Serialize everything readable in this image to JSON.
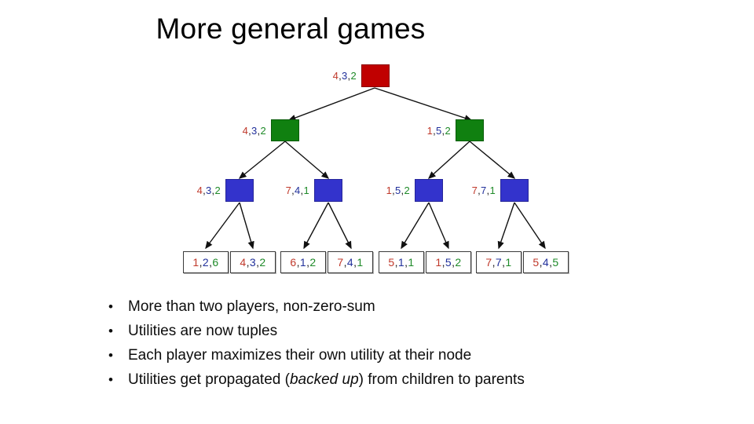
{
  "slide": {
    "title": "More general games",
    "background": "#ffffff"
  },
  "colors": {
    "root_node": "#C00000",
    "max_node": "#108010",
    "mid_node": "#3333CC",
    "leaf_box": "#ffffff",
    "digit_player1": "#C0392B",
    "digit_player2": "#21309B",
    "digit_player3": "#1E8A28"
  },
  "tree": {
    "root": {
      "label": "4,3,2",
      "digits": [
        "4",
        "3",
        "2"
      ],
      "color": "#C00000"
    },
    "level2": [
      {
        "label": "4,3,2",
        "digits": [
          "4",
          "3",
          "2"
        ],
        "color": "#108010"
      },
      {
        "label": "1,5,2",
        "digits": [
          "1",
          "5",
          "2"
        ],
        "color": "#108010"
      }
    ],
    "level3": [
      {
        "label": "4,3,2",
        "digits": [
          "4",
          "3",
          "2"
        ],
        "color": "#3333CC"
      },
      {
        "label": "7,4,1",
        "digits": [
          "7",
          "4",
          "1"
        ],
        "color": "#3333CC"
      },
      {
        "label": "1,5,2",
        "digits": [
          "1",
          "5",
          "2"
        ],
        "color": "#3333CC"
      },
      {
        "label": "7,7,1",
        "digits": [
          "7",
          "7",
          "1"
        ],
        "color": "#3333CC"
      }
    ],
    "leaves": [
      {
        "label": "1,2,6",
        "digits": [
          "1",
          "2",
          "6"
        ]
      },
      {
        "label": "4,3,2",
        "digits": [
          "4",
          "3",
          "2"
        ]
      },
      {
        "label": "6,1,2",
        "digits": [
          "6",
          "1",
          "2"
        ]
      },
      {
        "label": "7,4,1",
        "digits": [
          "7",
          "4",
          "1"
        ]
      },
      {
        "label": "5,1,1",
        "digits": [
          "5",
          "1",
          "1"
        ]
      },
      {
        "label": "1,5,2",
        "digits": [
          "1",
          "5",
          "2"
        ]
      },
      {
        "label": "7,7,1",
        "digits": [
          "7",
          "7",
          "1"
        ]
      },
      {
        "label": "5,4,5",
        "digits": [
          "5",
          "4",
          "5"
        ]
      }
    ]
  },
  "bullets": [
    {
      "text": "More than two players, non-zero-sum"
    },
    {
      "text": "Utilities are now tuples"
    },
    {
      "text": "Each player maximizes their own utility at their node"
    },
    {
      "pre": "Utilities get propagated (",
      "em": "backed up",
      "post": ") from children to parents"
    }
  ]
}
